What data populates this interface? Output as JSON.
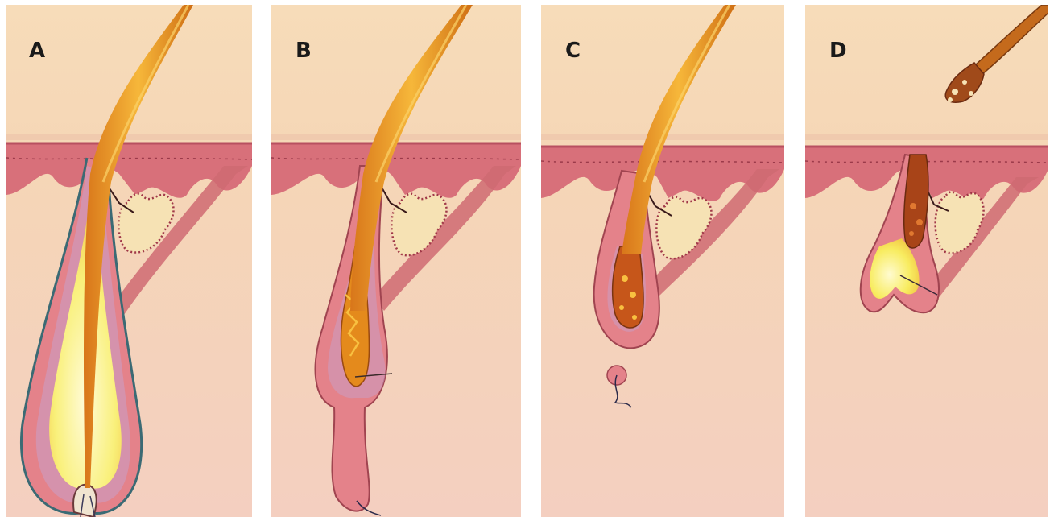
{
  "panels": [
    {
      "label": "A"
    },
    {
      "label": "B"
    },
    {
      "label": "C"
    },
    {
      "label": "D"
    }
  ],
  "colors": {
    "background_skin": "#f6d8b8",
    "dermis": "#f2cdb8",
    "epidermis": "#d9707a",
    "hair_shaft": "#e88a1c",
    "hair_highlight": "#f8c040",
    "bulb_yellow": "#f8f08a",
    "follicle_sheath": "#e4828a",
    "gland_fill": "#f6e2b4",
    "muscle": "#cf6a72"
  }
}
